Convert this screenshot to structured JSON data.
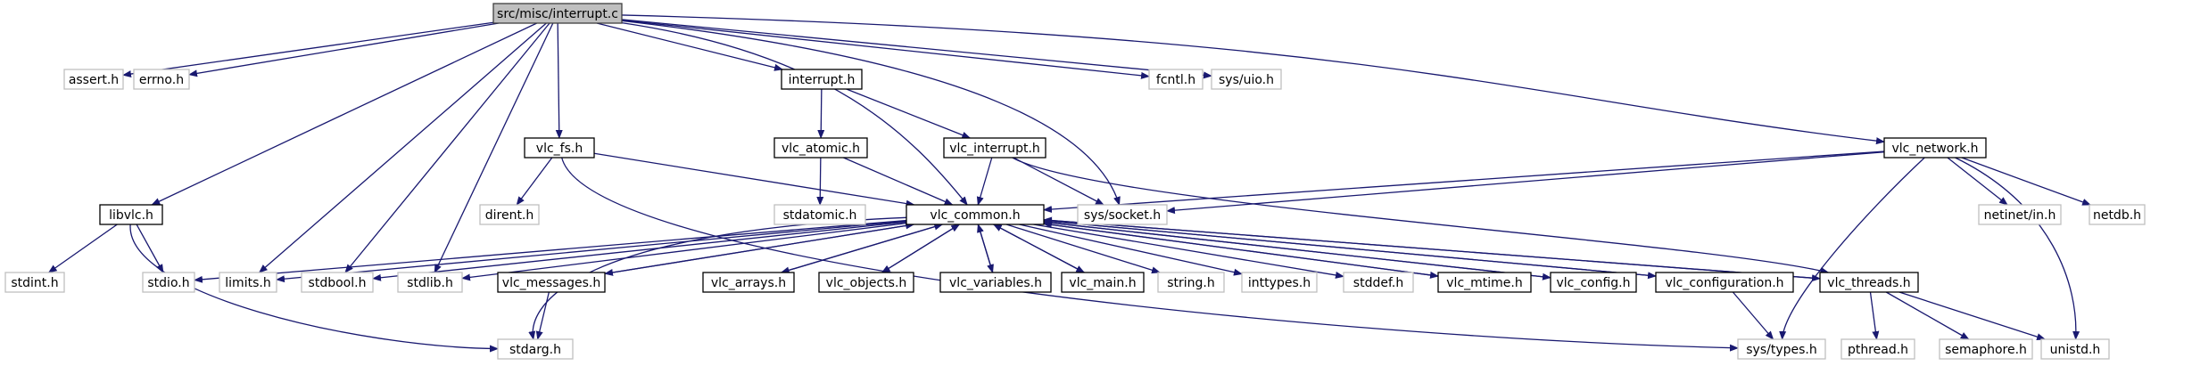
{
  "colors": {
    "edge": "#191970",
    "root_fill": "#bfbfbf",
    "root_border": "#404040",
    "doc_border": "#000000",
    "ext_border": "#bfbfbf"
  },
  "nodes": {
    "interrupt_c": {
      "label": "src/misc/interrupt.c",
      "kind": "root"
    },
    "assert_h": {
      "label": "assert.h",
      "kind": "ext"
    },
    "errno_h": {
      "label": "errno.h",
      "kind": "ext"
    },
    "interrupt_h": {
      "label": "interrupt.h",
      "kind": "doc"
    },
    "fcntl_h": {
      "label": "fcntl.h",
      "kind": "ext"
    },
    "sys_uio_h": {
      "label": "sys/uio.h",
      "kind": "ext"
    },
    "vlc_fs_h": {
      "label": "vlc_fs.h",
      "kind": "doc"
    },
    "vlc_atomic_h": {
      "label": "vlc_atomic.h",
      "kind": "doc"
    },
    "vlc_interrupt_h": {
      "label": "vlc_interrupt.h",
      "kind": "doc"
    },
    "vlc_network_h": {
      "label": "vlc_network.h",
      "kind": "doc"
    },
    "libvlc_h": {
      "label": "libvlc.h",
      "kind": "doc"
    },
    "dirent_h": {
      "label": "dirent.h",
      "kind": "ext"
    },
    "stdatomic_h": {
      "label": "stdatomic.h",
      "kind": "ext"
    },
    "vlc_common_h": {
      "label": "vlc_common.h",
      "kind": "doc"
    },
    "sys_socket_h": {
      "label": "sys/socket.h",
      "kind": "ext"
    },
    "netinet_in_h": {
      "label": "netinet/in.h",
      "kind": "ext"
    },
    "netdb_h": {
      "label": "netdb.h",
      "kind": "ext"
    },
    "stdint_h": {
      "label": "stdint.h",
      "kind": "ext"
    },
    "stdio_h": {
      "label": "stdio.h",
      "kind": "ext"
    },
    "limits_h": {
      "label": "limits.h",
      "kind": "ext"
    },
    "stdbool_h": {
      "label": "stdbool.h",
      "kind": "ext"
    },
    "stdlib_h": {
      "label": "stdlib.h",
      "kind": "ext"
    },
    "vlc_messages_h": {
      "label": "vlc_messages.h",
      "kind": "doc"
    },
    "vlc_arrays_h": {
      "label": "vlc_arrays.h",
      "kind": "doc"
    },
    "vlc_objects_h": {
      "label": "vlc_objects.h",
      "kind": "doc"
    },
    "vlc_variables_h": {
      "label": "vlc_variables.h",
      "kind": "doc"
    },
    "vlc_main_h": {
      "label": "vlc_main.h",
      "kind": "doc"
    },
    "string_h": {
      "label": "string.h",
      "kind": "ext"
    },
    "inttypes_h": {
      "label": "inttypes.h",
      "kind": "ext"
    },
    "stddef_h": {
      "label": "stddef.h",
      "kind": "ext"
    },
    "vlc_mtime_h": {
      "label": "vlc_mtime.h",
      "kind": "doc"
    },
    "vlc_config_h": {
      "label": "vlc_config.h",
      "kind": "doc"
    },
    "vlc_configuration_h": {
      "label": "vlc_configuration.h",
      "kind": "doc"
    },
    "vlc_threads_h": {
      "label": "vlc_threads.h",
      "kind": "doc"
    },
    "stdarg_h": {
      "label": "stdarg.h",
      "kind": "ext"
    },
    "sys_types_h": {
      "label": "sys/types.h",
      "kind": "ext"
    },
    "pthread_h": {
      "label": "pthread.h",
      "kind": "ext"
    },
    "semaphore_h": {
      "label": "semaphore.h",
      "kind": "ext"
    },
    "unistd_h": {
      "label": "unistd.h",
      "kind": "ext"
    }
  },
  "edges": [
    [
      "interrupt_c",
      "assert_h"
    ],
    [
      "interrupt_c",
      "errno_h"
    ],
    [
      "interrupt_c",
      "interrupt_h"
    ],
    [
      "interrupt_c",
      "fcntl_h"
    ],
    [
      "interrupt_c",
      "sys_uio_h"
    ],
    [
      "interrupt_c",
      "vlc_fs_h"
    ],
    [
      "interrupt_c",
      "libvlc_h"
    ],
    [
      "interrupt_c",
      "limits_h"
    ],
    [
      "interrupt_c",
      "stdbool_h"
    ],
    [
      "interrupt_c",
      "stdlib_h"
    ],
    [
      "interrupt_c",
      "vlc_common_h"
    ],
    [
      "interrupt_c",
      "sys_socket_h"
    ],
    [
      "interrupt_c",
      "vlc_network_h"
    ],
    [
      "interrupt_h",
      "vlc_atomic_h"
    ],
    [
      "interrupt_h",
      "vlc_interrupt_h"
    ],
    [
      "vlc_atomic_h",
      "stdatomic_h"
    ],
    [
      "vlc_atomic_h",
      "vlc_common_h"
    ],
    [
      "vlc_interrupt_h",
      "vlc_common_h"
    ],
    [
      "vlc_interrupt_h",
      "sys_socket_h"
    ],
    [
      "vlc_interrupt_h",
      "vlc_threads_h"
    ],
    [
      "vlc_fs_h",
      "dirent_h"
    ],
    [
      "vlc_fs_h",
      "vlc_common_h"
    ],
    [
      "vlc_fs_h",
      "sys_types_h"
    ],
    [
      "vlc_network_h",
      "vlc_common_h"
    ],
    [
      "vlc_network_h",
      "sys_socket_h"
    ],
    [
      "vlc_network_h",
      "netinet_in_h"
    ],
    [
      "vlc_network_h",
      "netdb_h"
    ],
    [
      "vlc_network_h",
      "unistd_h"
    ],
    [
      "vlc_network_h",
      "sys_types_h"
    ],
    [
      "libvlc_h",
      "stdint_h"
    ],
    [
      "libvlc_h",
      "stdio_h"
    ],
    [
      "libvlc_h",
      "stdarg_h"
    ],
    [
      "vlc_common_h",
      "stdio_h"
    ],
    [
      "vlc_common_h",
      "limits_h"
    ],
    [
      "vlc_common_h",
      "stdbool_h"
    ],
    [
      "vlc_common_h",
      "stdlib_h"
    ],
    [
      "vlc_common_h",
      "stdarg_h"
    ],
    [
      "vlc_common_h",
      "vlc_messages_h"
    ],
    [
      "vlc_common_h",
      "vlc_arrays_h"
    ],
    [
      "vlc_common_h",
      "vlc_objects_h"
    ],
    [
      "vlc_common_h",
      "vlc_variables_h"
    ],
    [
      "vlc_common_h",
      "vlc_main_h"
    ],
    [
      "vlc_common_h",
      "string_h"
    ],
    [
      "vlc_common_h",
      "inttypes_h"
    ],
    [
      "vlc_common_h",
      "stddef_h"
    ],
    [
      "vlc_common_h",
      "vlc_mtime_h"
    ],
    [
      "vlc_common_h",
      "vlc_config_h"
    ],
    [
      "vlc_common_h",
      "vlc_configuration_h"
    ],
    [
      "vlc_common_h",
      "vlc_threads_h"
    ],
    [
      "vlc_messages_h",
      "vlc_common_h"
    ],
    [
      "vlc_messages_h",
      "stdarg_h"
    ],
    [
      "vlc_arrays_h",
      "vlc_common_h"
    ],
    [
      "vlc_objects_h",
      "vlc_common_h"
    ],
    [
      "vlc_variables_h",
      "vlc_common_h"
    ],
    [
      "vlc_main_h",
      "vlc_common_h"
    ],
    [
      "vlc_mtime_h",
      "vlc_common_h"
    ],
    [
      "vlc_config_h",
      "vlc_common_h"
    ],
    [
      "vlc_configuration_h",
      "vlc_common_h"
    ],
    [
      "vlc_configuration_h",
      "sys_types_h"
    ],
    [
      "vlc_threads_h",
      "vlc_common_h"
    ],
    [
      "vlc_threads_h",
      "pthread_h"
    ],
    [
      "vlc_threads_h",
      "semaphore_h"
    ],
    [
      "vlc_threads_h",
      "unistd_h"
    ]
  ]
}
